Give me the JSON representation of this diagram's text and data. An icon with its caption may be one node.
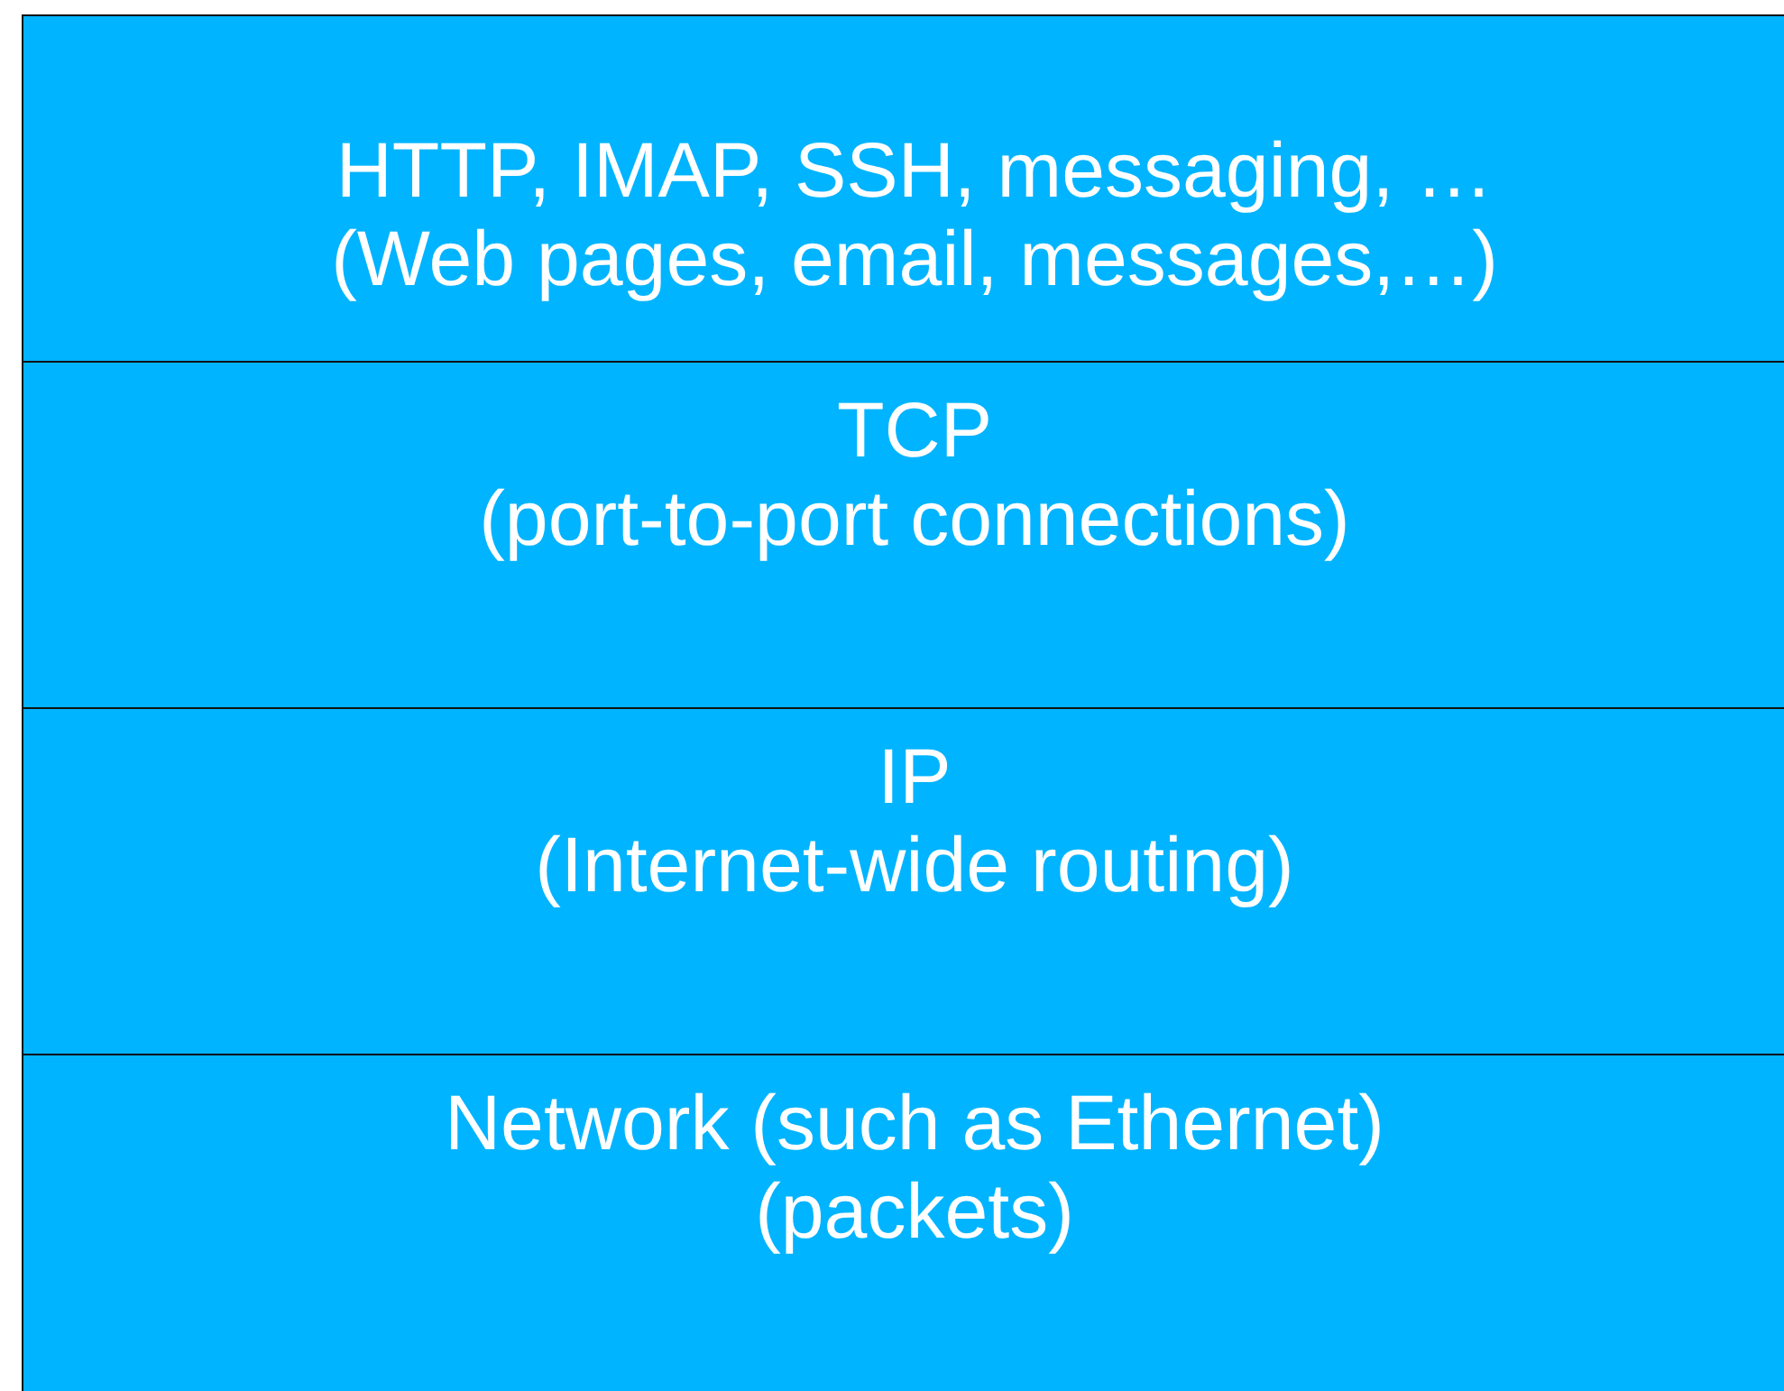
{
  "diagram": {
    "nodes": [
      {
        "text": [
          "HTTP, IMAP, SSH, messaging, …",
          "(Web pages, email, messages,…)"
        ]
      },
      {
        "text": [
          "TCP",
          "(port-to-port connections)"
        ]
      },
      {
        "text": [
          "IP",
          "(Internet-wide routing)"
        ]
      },
      {
        "text": [
          "Network (such as Ethernet)",
          "(packets)"
        ]
      }
    ]
  }
}
